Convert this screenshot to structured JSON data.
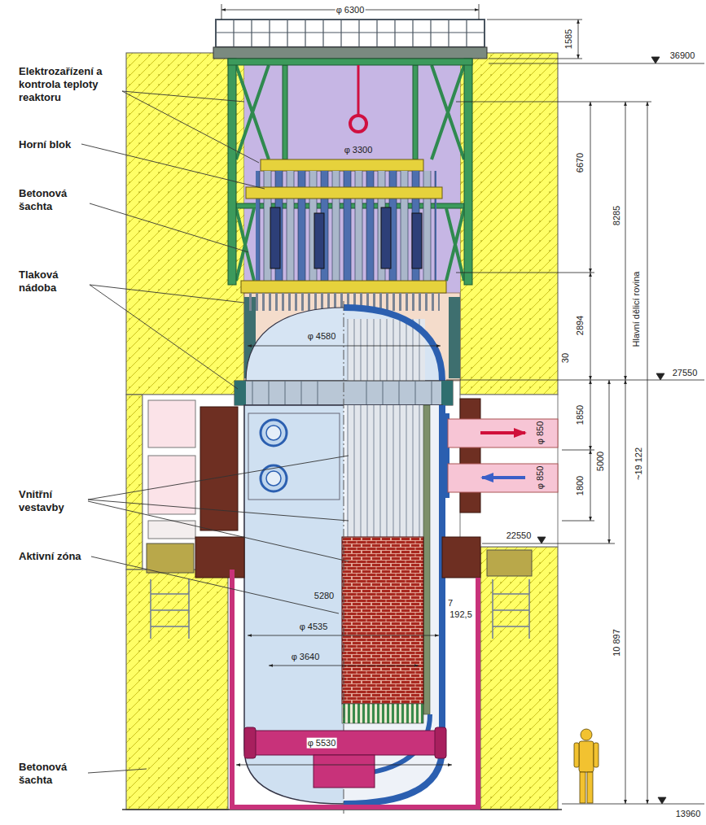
{
  "diagram": {
    "labels": [
      "φ 6300",
      "1585",
      "36900",
      "Elektrozařízení a kontrola teploty reaktoru",
      "Horní blok",
      "φ 3300",
      "6670",
      "8285",
      "Betonová šachta",
      "Tlaková nádoba",
      "Hlavní dělicí rovina",
      "2894",
      "φ 4580",
      "30",
      "27550",
      "1850",
      "φ 850",
      "5000",
      "~19 122",
      "φ 850",
      "1800",
      "Vnitřní vestavby",
      "22550",
      "Aktivní zóna",
      "5280",
      "7",
      "192,5",
      "φ 4535",
      "10 897",
      "φ 3640",
      "φ 5530",
      "Betonová šachta",
      "13960"
    ]
  }
}
